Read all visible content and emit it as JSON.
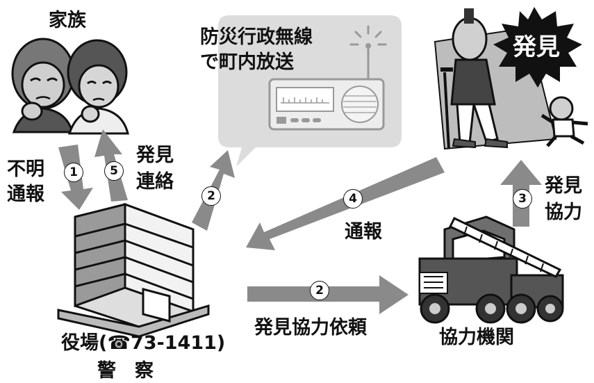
{
  "labels": {
    "family": "家族",
    "broadcast_line1": "防災行政無線",
    "broadcast_line2": "で町内放送",
    "found_badge": "発見",
    "missing_report_line1": "不明",
    "missing_report_line2": "通報",
    "found_contact_line1": "発見",
    "found_contact_line2": "連絡",
    "found_help_line1": "発見",
    "found_help_line2": "協力",
    "report": "通報",
    "request": "発見協力依頼",
    "office": "役場(☎73-1411)",
    "police": "警　察",
    "agency": "協力機関"
  },
  "steps": {
    "s1": "1",
    "s2a": "2",
    "s2b": "2",
    "s3": "3",
    "s4": "4",
    "s5": "5"
  },
  "colors": {
    "arrow": "#8a8a8a",
    "bubble": "#dcdcdc",
    "ink": "#111111"
  }
}
